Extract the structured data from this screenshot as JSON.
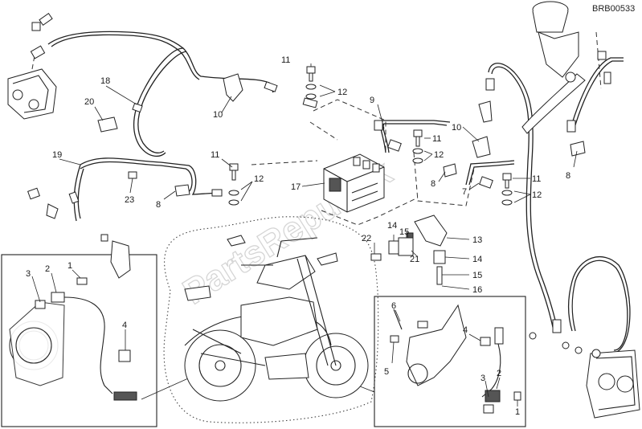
{
  "diagram_code": "BRB00533",
  "watermark": "PartsRepublik",
  "callouts": {
    "c1": "1",
    "c2": "2",
    "c3": "3",
    "c4a": "4",
    "c4b": "4",
    "c5": "5",
    "c6": "6",
    "c7": "7",
    "c8a": "8",
    "c8b": "8",
    "c8c": "8",
    "c9": "9",
    "c10a": "10",
    "c10b": "10",
    "c11a": "11",
    "c11b": "11",
    "c11c": "11",
    "c11d": "11",
    "c12a": "12",
    "c12b": "12",
    "c12c": "12",
    "c12d": "12",
    "c13": "13",
    "c14a": "14",
    "c14b": "14",
    "c15a": "15",
    "c15b": "15",
    "c16": "16",
    "c17": "17",
    "c18": "18",
    "c19": "19",
    "c20": "20",
    "c21": "21",
    "c22": "22",
    "c23": "23",
    "c1b": "1",
    "c2b": "2",
    "c3b": "3"
  }
}
